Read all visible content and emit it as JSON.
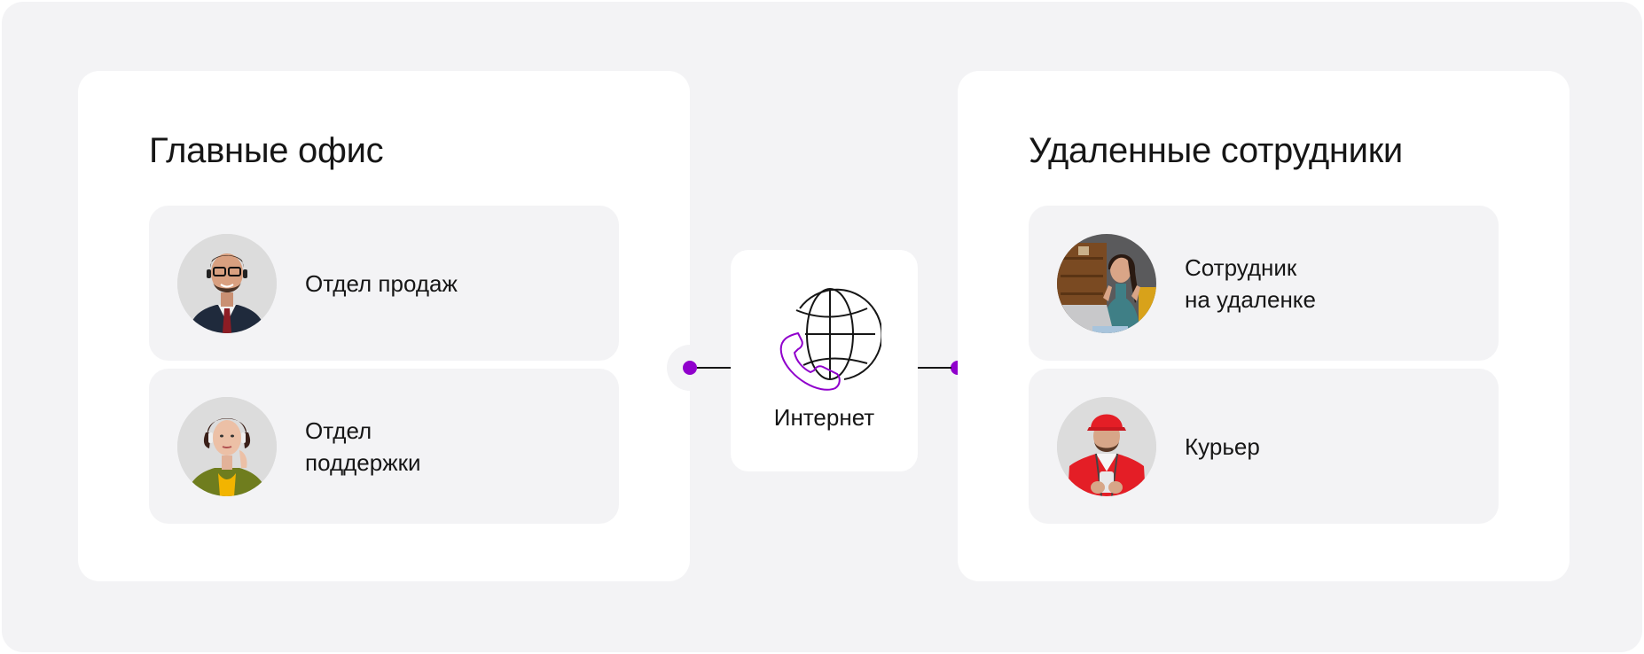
{
  "diagram": {
    "left_group": {
      "title": "Главные офис",
      "items": [
        {
          "label_line1": "Отдел продаж",
          "label_line2": "",
          "avatar": "man-with-headset-avatar"
        },
        {
          "label_line1": "Отдел",
          "label_line2": "поддержки",
          "avatar": "woman-with-headset-avatar"
        }
      ]
    },
    "hub": {
      "label": "Интернет",
      "icon": "globe-phone-icon"
    },
    "right_group": {
      "title": "Удаленные сотрудники",
      "items": [
        {
          "label_line1": "Сотрудник",
          "label_line2": "на удаленке",
          "avatar": "remote-worker-avatar"
        },
        {
          "label_line1": "Курьер",
          "label_line2": "",
          "avatar": "courier-avatar"
        }
      ]
    },
    "colors": {
      "accent": "#9000cc",
      "background": "#f3f3f5",
      "card": "#ffffff",
      "text": "#161616"
    }
  }
}
